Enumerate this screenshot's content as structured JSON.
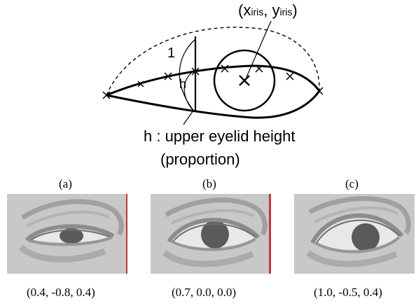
{
  "diagram": {
    "iris_label": {
      "open": "(",
      "x": "x",
      "x_sub": "iris",
      "sep": ", ",
      "y": "y",
      "y_sub": "iris",
      "close": ")"
    },
    "value_one": "1",
    "value_h": "h",
    "caption_line1": "h : upper eyelid height",
    "caption_line2": "(proportion)"
  },
  "panels": [
    {
      "tag": "(a)",
      "params": "(0.4, -0.8, 0.4)"
    },
    {
      "tag": "(b)",
      "params": "(0.7, 0.0, 0.0)"
    },
    {
      "tag": "(c)",
      "params": "(1.0, -0.5, 0.4)"
    }
  ],
  "colors": {
    "panel_bg": "#c8c8c8",
    "pupil": "#5a5a5a",
    "divider_red": "#c8323c"
  }
}
